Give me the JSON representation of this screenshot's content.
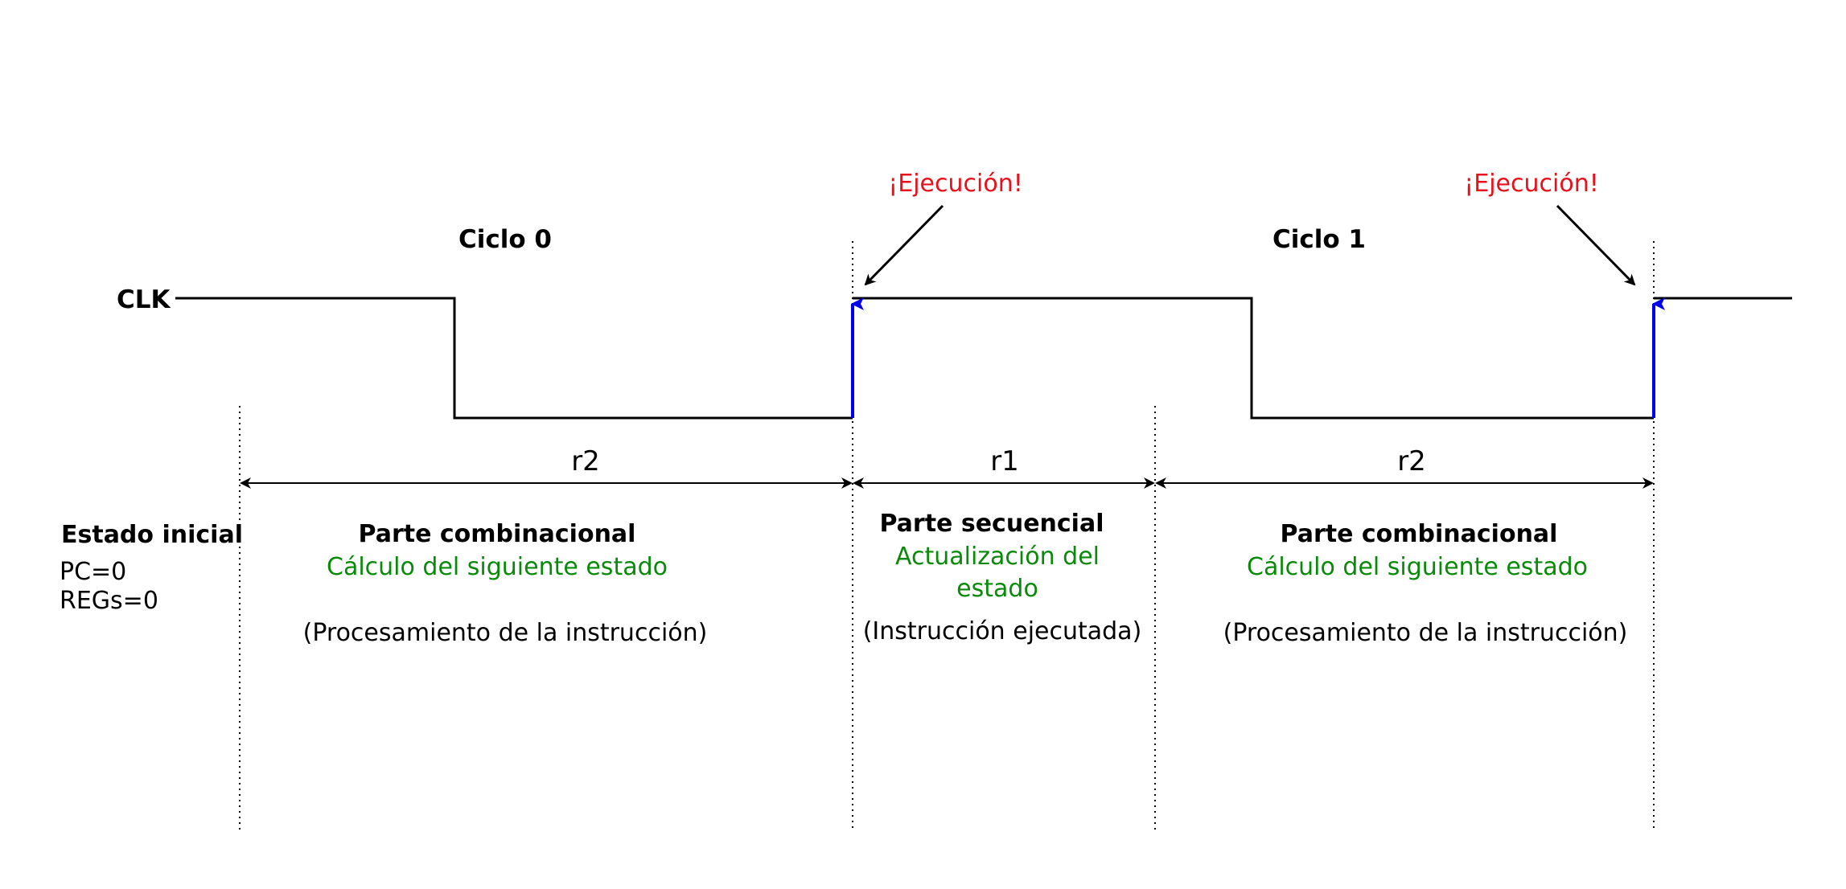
{
  "signal_label": "CLK",
  "cycles": [
    {
      "label": "Ciclo 0"
    },
    {
      "label": "Ciclo 1"
    }
  ],
  "execution_labels": [
    "¡Ejecución!",
    "¡Ejecución!"
  ],
  "intervals": [
    "r2",
    "r1",
    "r2"
  ],
  "initial_state": {
    "title": "Estado inicial",
    "lines": [
      "PC=0",
      "REGs=0"
    ]
  },
  "phases": [
    {
      "title": "Parte combinacional",
      "description_lines": [
        "Cálculo del siguiente estado"
      ],
      "note": "(Procesamiento de la instrucción)"
    },
    {
      "title": "Parte secuencial",
      "description_lines": [
        "Actualización del",
        "estado"
      ],
      "note": "(Instrucción ejecutada)"
    },
    {
      "title": "Parte combinacional",
      "description_lines": [
        "Cálculo del siguiente estado"
      ],
      "note": "(Procesamiento de la instrucción)"
    }
  ],
  "colors": {
    "signal": "#000000",
    "rising_edge": "#0000ee",
    "execution": "#e8101a",
    "phase_description": "#0a8a0a"
  }
}
